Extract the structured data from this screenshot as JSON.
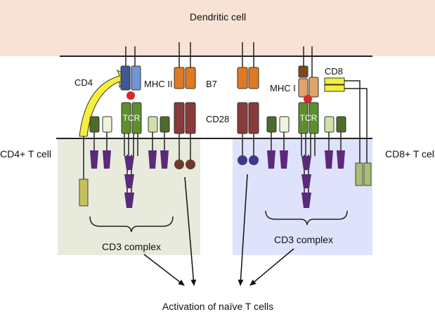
{
  "labels": {
    "dendritic_cell": "Dendritic cell",
    "cd4_t_cell": "CD4+ T cell",
    "cd8_t_cell": "CD8+ T cell",
    "cd4": "CD4",
    "mhc_ii": "MHC II",
    "b7": "B7",
    "cd28": "CD28",
    "mhc_i": "MHC I",
    "cd8": "CD8",
    "tcr_left": "TCR",
    "tcr_right": "TCR",
    "cd3_left": "CD3 complex",
    "cd3_right": "CD3 complex",
    "activation": "Activation of naïve T cells"
  },
  "colors": {
    "dendritic_bg": "#f8e2d6",
    "cd4_region_bg": "#e8ebdc",
    "cd8_region_bg": "#dfe2fb",
    "mhc_ii_blue": "#3d5a96",
    "mhc_ii_light_blue": "#6f96d8",
    "orange": "#e07a22",
    "maroon": "#8a3a3a",
    "tcr_green": "#5d8f2e",
    "dark_green": "#4d6b2a",
    "light_green": "#cfe0a8",
    "cream": "#eef2dc",
    "purple": "#5b2a7a",
    "red_peptide": "#d42a2a",
    "yellow": "#f4ef3a",
    "olive": "#c4c05a",
    "mhc_i_brown": "#7a4a1e",
    "mhc_i_tan": "#e0a468",
    "cd8_green": "#a6bf72"
  }
}
